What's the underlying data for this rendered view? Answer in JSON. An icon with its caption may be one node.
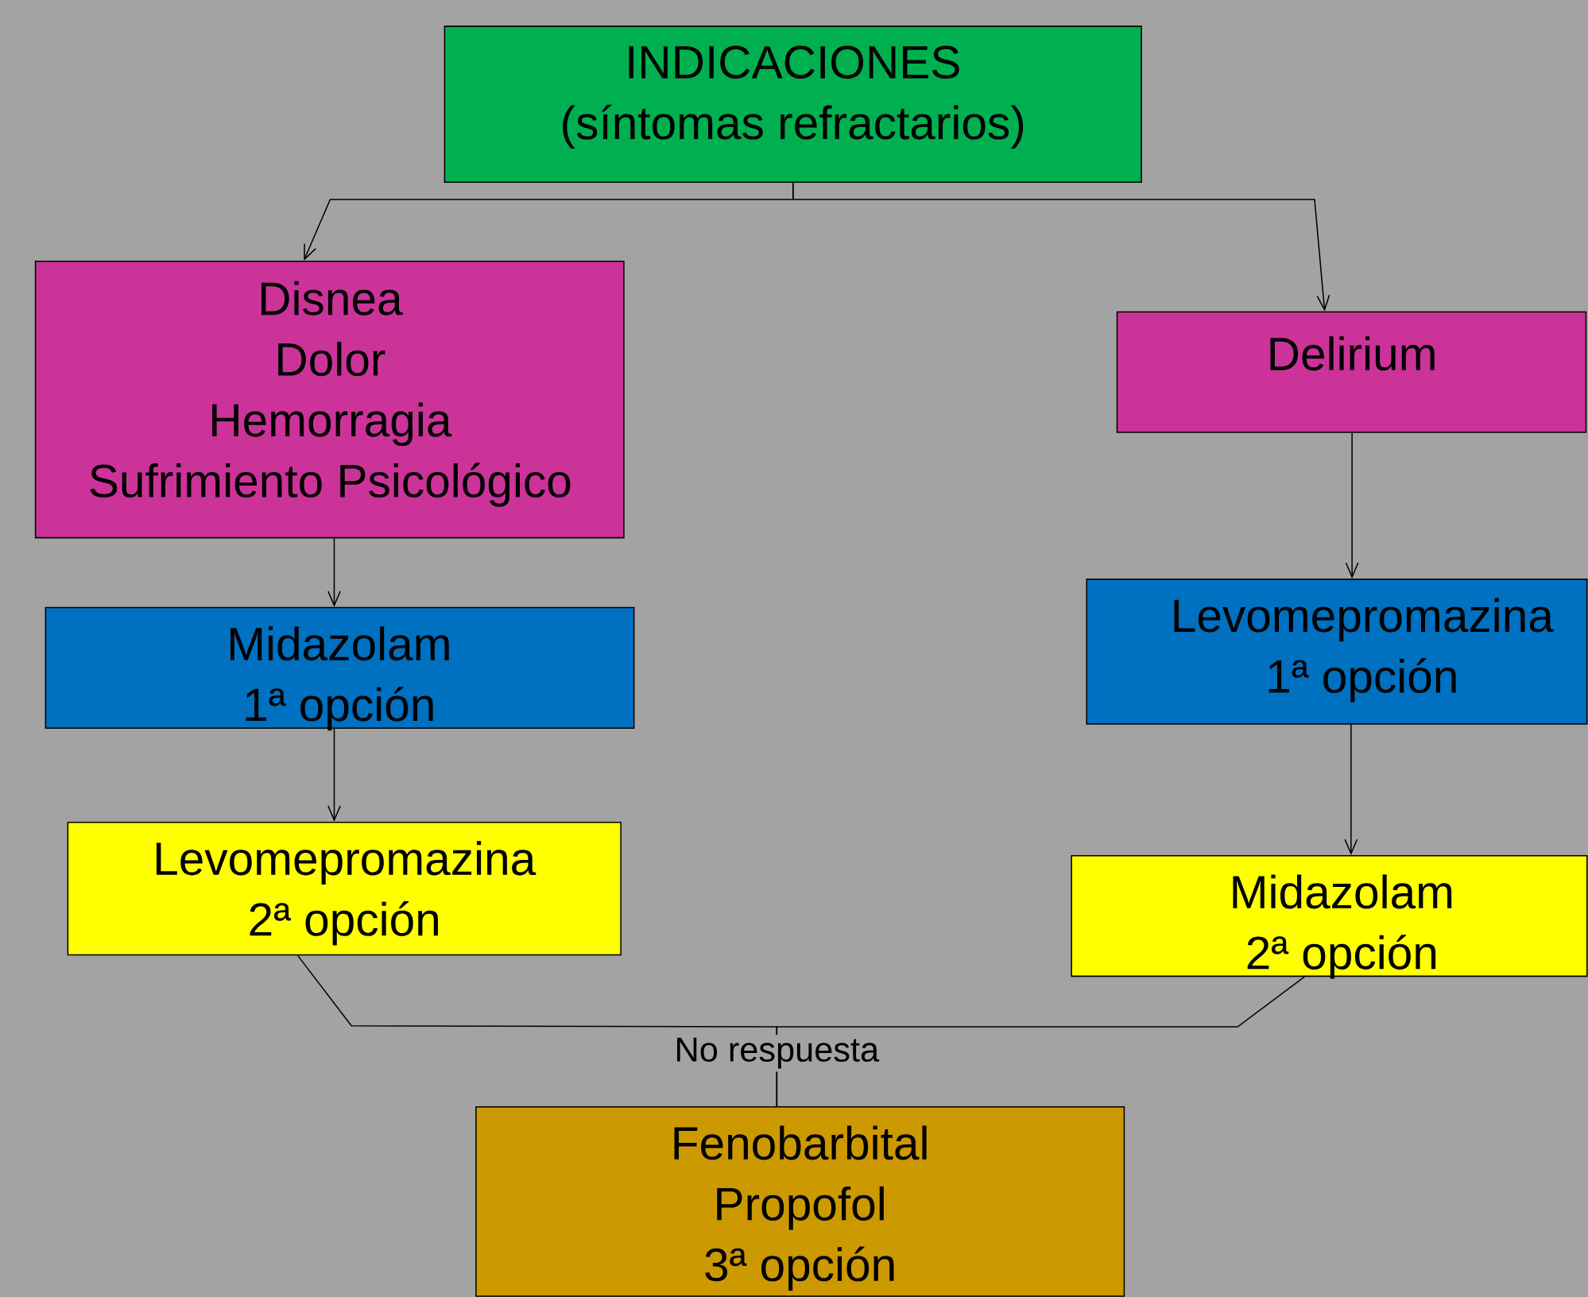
{
  "diagram": {
    "nodes": [
      {
        "text": [
          "INDICACIONES",
          "(síntomas refractarios)"
        ]
      },
      {
        "text": [
          "Disnea",
          "Dolor",
          "Hemorragia",
          "Sufrimiento Psicológico"
        ]
      },
      {
        "text": [
          "Delirium"
        ]
      },
      {
        "text": [
          "Midazolam",
          "1ª opción"
        ]
      },
      {
        "text": [
          "Levomepromazina",
          "1ª opción"
        ]
      },
      {
        "text": [
          "Levomepromazina",
          "2ª opción"
        ]
      },
      {
        "text": [
          "Midazolam",
          "2ª opción"
        ]
      },
      {
        "text": [
          "Fenobarbital",
          "Propofol",
          "3ª opción"
        ]
      }
    ],
    "edges": [
      {
        "from": 0,
        "to": 1,
        "arrow": "to"
      },
      {
        "from": 0,
        "to": 2,
        "arrow": "to"
      },
      {
        "from": 1,
        "to": 3,
        "arrow": "to"
      },
      {
        "from": 2,
        "to": 4,
        "arrow": "to"
      },
      {
        "from": 3,
        "to": 5,
        "arrow": "to"
      },
      {
        "from": 4,
        "to": 6,
        "arrow": "to"
      },
      {
        "from": 5,
        "to": 7,
        "arrow": "none",
        "label": "No respuesta"
      },
      {
        "from": 6,
        "to": 7,
        "arrow": "none"
      }
    ]
  }
}
